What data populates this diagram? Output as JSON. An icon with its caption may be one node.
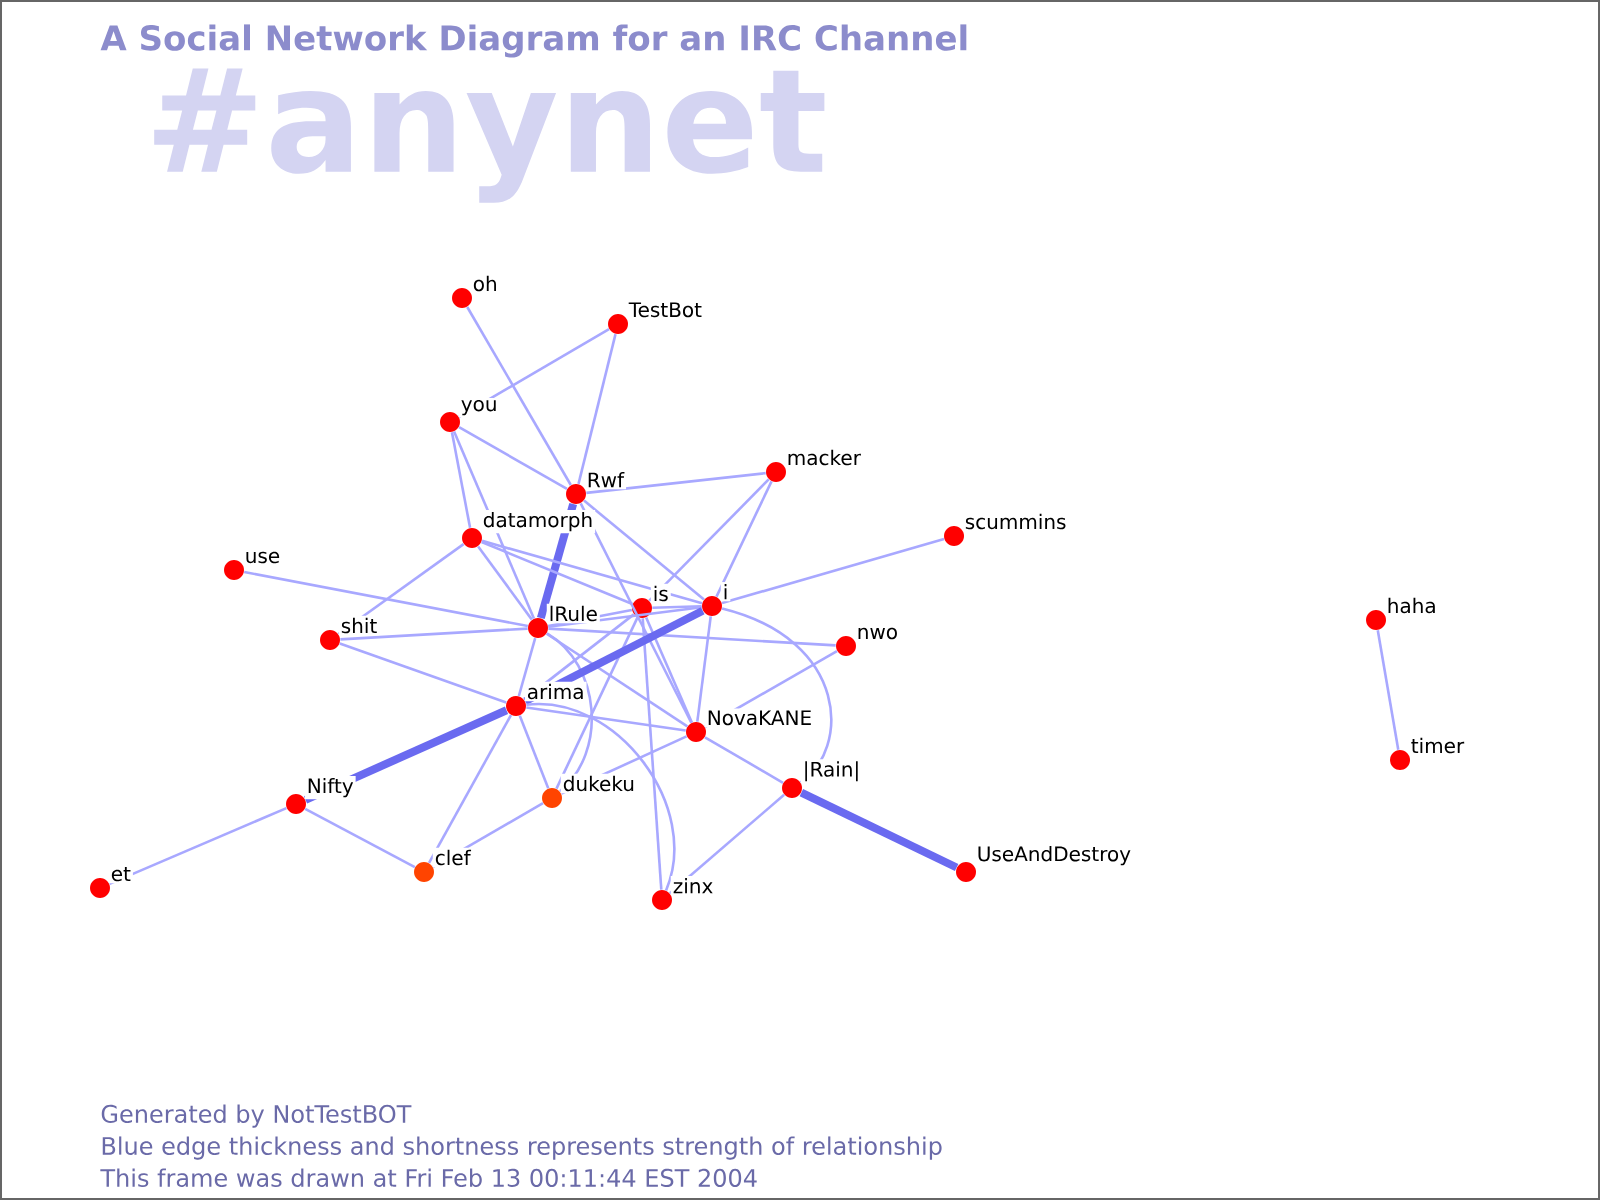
{
  "diagram": {
    "title": "A Social Network Diagram for an IRC Channel",
    "nodes": [
      {
        "text": [
          "oh"
        ]
      },
      {
        "text": [
          "TestBot"
        ]
      },
      {
        "text": [
          "you"
        ]
      },
      {
        "text": [
          "Rwf"
        ]
      },
      {
        "text": [
          "macker"
        ]
      },
      {
        "text": [
          "scummins"
        ]
      },
      {
        "text": [
          "datamorph"
        ]
      },
      {
        "text": [
          "use"
        ]
      },
      {
        "text": [
          "is"
        ]
      },
      {
        "text": [
          "i"
        ]
      },
      {
        "text": [
          "nwo"
        ]
      },
      {
        "text": [
          "shit"
        ]
      },
      {
        "text": [
          "lRule"
        ]
      },
      {
        "text": [
          "arima"
        ]
      },
      {
        "text": [
          "NovaKANE"
        ]
      },
      {
        "text": [
          "Nifty"
        ]
      },
      {
        "text": [
          "dukeku"
        ]
      },
      {
        "text": [
          "|Rain|"
        ]
      },
      {
        "text": [
          "UseAndDestroy"
        ]
      },
      {
        "text": [
          "clef"
        ]
      },
      {
        "text": [
          "et"
        ]
      },
      {
        "text": [
          "zinx"
        ]
      },
      {
        "text": [
          "haha"
        ]
      },
      {
        "text": [
          "timer"
        ]
      }
    ],
    "edges": [
      {
        "from": 0,
        "to": 3,
        "arrow": "none"
      },
      {
        "from": 1,
        "to": 2,
        "arrow": "none"
      },
      {
        "from": 1,
        "to": 3,
        "arrow": "none"
      },
      {
        "from": 2,
        "to": 3,
        "arrow": "none"
      },
      {
        "from": 2,
        "to": 6,
        "arrow": "none"
      },
      {
        "from": 2,
        "to": 12,
        "arrow": "none"
      },
      {
        "from": 3,
        "to": 4,
        "arrow": "none"
      },
      {
        "from": 3,
        "to": 12,
        "arrow": "none",
        "style": "thick"
      },
      {
        "from": 3,
        "to": 9,
        "arrow": "none"
      },
      {
        "from": 3,
        "to": 14,
        "arrow": "none"
      },
      {
        "from": 6,
        "to": 8,
        "arrow": "none"
      },
      {
        "from": 6,
        "to": 9,
        "arrow": "none"
      },
      {
        "from": 6,
        "to": 12,
        "arrow": "none"
      },
      {
        "from": 6,
        "to": 11,
        "arrow": "none"
      },
      {
        "from": 7,
        "to": 12,
        "arrow": "none"
      },
      {
        "from": 11,
        "to": 12,
        "arrow": "none"
      },
      {
        "from": 11,
        "to": 13,
        "arrow": "none"
      },
      {
        "from": 4,
        "to": 8,
        "arrow": "none"
      },
      {
        "from": 4,
        "to": 9,
        "arrow": "none"
      },
      {
        "from": 5,
        "to": 9,
        "arrow": "none"
      },
      {
        "from": 12,
        "to": 8,
        "arrow": "none"
      },
      {
        "from": 12,
        "to": 9,
        "arrow": "none"
      },
      {
        "from": 12,
        "to": 13,
        "arrow": "none"
      },
      {
        "from": 12,
        "to": 10,
        "arrow": "none"
      },
      {
        "from": 12,
        "to": 14,
        "arrow": "none"
      },
      {
        "from": 12,
        "to": 16,
        "arrow": "none"
      },
      {
        "from": 8,
        "to": 9,
        "arrow": "none"
      },
      {
        "from": 8,
        "to": 13,
        "arrow": "none"
      },
      {
        "from": 8,
        "to": 14,
        "arrow": "none"
      },
      {
        "from": 8,
        "to": 16,
        "arrow": "none"
      },
      {
        "from": 8,
        "to": 21,
        "arrow": "none"
      },
      {
        "from": 9,
        "to": 13,
        "arrow": "none",
        "style": "thick"
      },
      {
        "from": 9,
        "to": 14,
        "arrow": "none"
      },
      {
        "from": 9,
        "to": 17,
        "arrow": "none"
      },
      {
        "from": 10,
        "to": 14,
        "arrow": "none"
      },
      {
        "from": 13,
        "to": 14,
        "arrow": "none"
      },
      {
        "from": 13,
        "to": 15,
        "arrow": "none",
        "style": "thick"
      },
      {
        "from": 13,
        "to": 19,
        "arrow": "none"
      },
      {
        "from": 13,
        "to": 16,
        "arrow": "none"
      },
      {
        "from": 13,
        "to": 21,
        "arrow": "none"
      },
      {
        "from": 14,
        "to": 17,
        "arrow": "none"
      },
      {
        "from": 14,
        "to": 16,
        "arrow": "none"
      },
      {
        "from": 15,
        "to": 20,
        "arrow": "none"
      },
      {
        "from": 15,
        "to": 19,
        "arrow": "none"
      },
      {
        "from": 16,
        "to": 19,
        "arrow": "none"
      },
      {
        "from": 17,
        "to": 18,
        "arrow": "none",
        "style": "thick"
      },
      {
        "from": 17,
        "to": 21,
        "arrow": "none"
      },
      {
        "from": 22,
        "to": 23,
        "arrow": "none"
      }
    ],
    "labels": [
      "#anynet",
      "Generated by NotTestBOT",
      "Blue edge thickness and shortness represents strength of relationship",
      "This frame was drawn at Fri Feb 13 00:11:44 EST 2004"
    ]
  }
}
